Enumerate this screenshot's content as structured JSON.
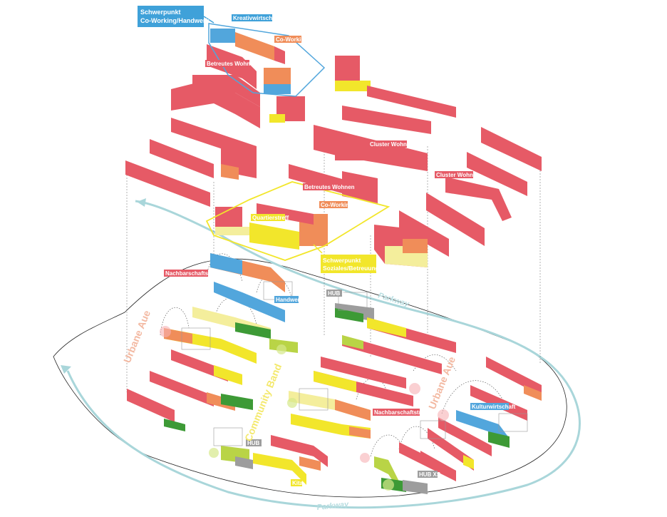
{
  "colors": {
    "residential": "#e65a66",
    "residential_top": "#f08c93",
    "coworking": "#f08d59",
    "kreativ": "#52a6dc",
    "social": "#f2e62b",
    "social_light": "#f4ee9c",
    "green": "#3d9a36",
    "lightgreen": "#b9d446",
    "hub": "#9d9d9d",
    "parkway": "#a9d6da",
    "urbane_aue": "#f3b9a2",
    "community_band": "#f4e96e"
  },
  "upper": {
    "schwerpunkt_coworking": {
      "line1": "Schwerpunkt",
      "line2": "Co-Working/Handwerk"
    },
    "kreativwirtschaft": "Kreativwirtschaft",
    "co_working_1": "Co-Working",
    "betreutes_wohnen_1": "Betreutes Wohnen",
    "cluster_wohnen_1": "Cluster Wohnen",
    "cluster_wohnen_2": "Cluster Wohnen",
    "betreutes_wohnen_2": "Betreutes Wohnen",
    "co_working_2": "Co-Working",
    "quartierstreff": "Quartierstreff",
    "schwerpunkt_sozial": {
      "line1": "Schwerpunkt",
      "line2": "Soziales/Betreuung"
    }
  },
  "lower": {
    "nachbarschaftstreff_1": "Nachbarschaftstreff",
    "handwerk": "Handwerk",
    "hub_s_1": "HUB S",
    "nachbarschaftstreff_2": "Nachbarschaftstreff",
    "kulturwirtschaft": "Kulturwirtschaft",
    "hub_s_2": "HUB S",
    "hub_xs": "HUB XS",
    "kita": "Kita"
  },
  "routes": {
    "parkway_top": "Parkway",
    "parkway_bottom": "Parkway",
    "urbane_aue_left": "Urbane Aue",
    "urbane_aue_right": "Urbane Aue",
    "community_band": "Community Band"
  },
  "icons": {
    "parkway_arrow": "arrow-left-icon"
  }
}
